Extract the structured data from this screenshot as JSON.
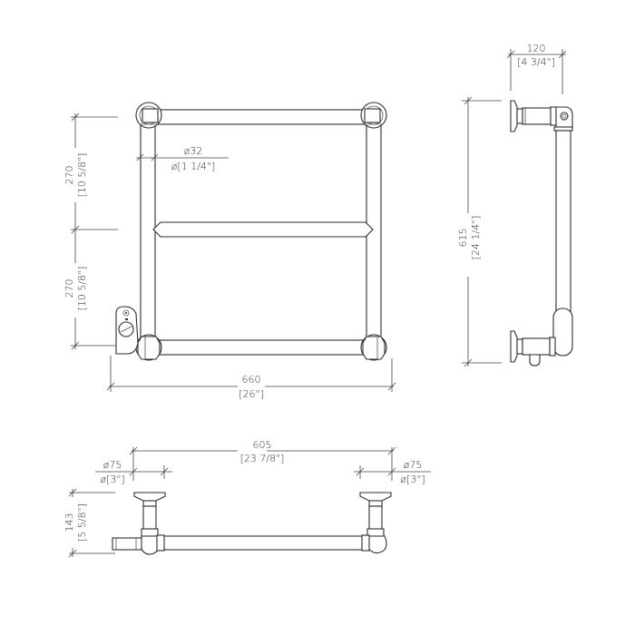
{
  "front_view": {
    "tube_diameter": {
      "mm": "ø32",
      "inch": "ø[1 1/4\"]"
    },
    "upper_spacing": {
      "mm": "270",
      "inch": "[10 5/8\"]"
    },
    "lower_spacing": {
      "mm": "270",
      "inch": "[10 5/8\"]"
    },
    "overall_width": {
      "mm": "660",
      "inch": "[26\"]"
    }
  },
  "side_view": {
    "projection": {
      "mm": "120",
      "inch": "[4 3/4\"]"
    },
    "overall_height": {
      "mm": "615",
      "inch": "[24 1/4\"]"
    }
  },
  "top_view": {
    "centers": {
      "mm": "605",
      "inch": "[23 7/8\"]"
    },
    "left_flange": {
      "mm": "ø75",
      "inch": "ø[3\"]"
    },
    "right_flange": {
      "mm": "ø75",
      "inch": "ø[3\"]"
    },
    "depth": {
      "mm": "143",
      "inch": "[5 5/8\"]"
    }
  }
}
